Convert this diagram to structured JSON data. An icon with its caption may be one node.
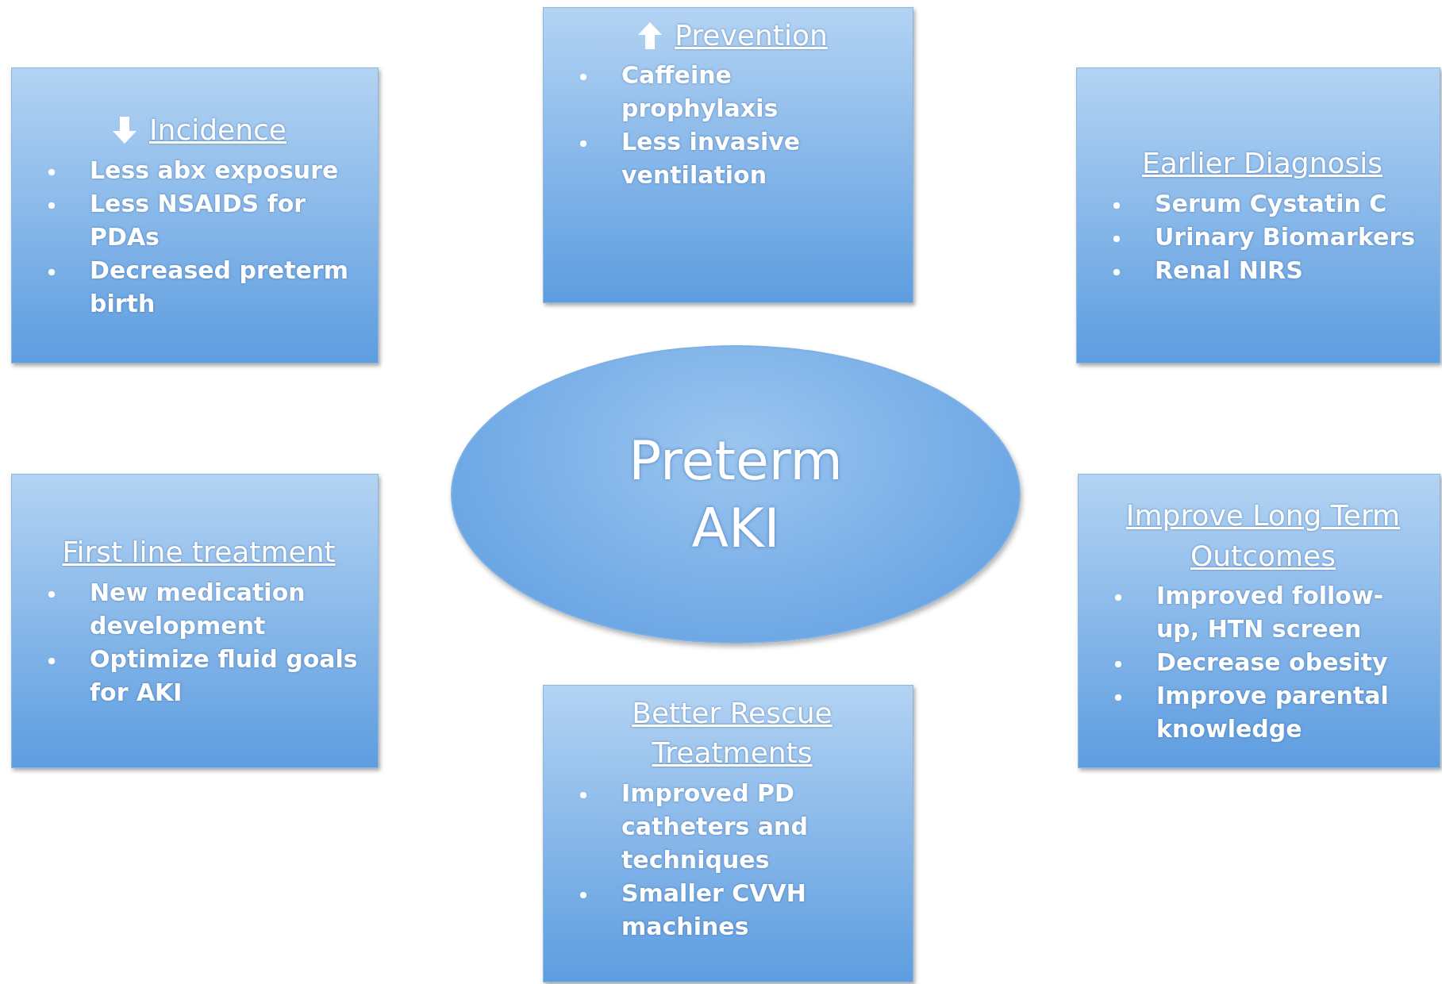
{
  "diagram": {
    "nodes": [
      {
        "text": [
          "Incidence",
          "Less abx exposure",
          "Less NSAIDS for PDAs",
          "Decreased preterm birth"
        ]
      },
      {
        "text": [
          "Prevention",
          "Caffeine prophylaxis",
          "Less invasive ventilation"
        ]
      },
      {
        "text": [
          "Earlier Diagnosis",
          "Serum Cystatin C",
          "Urinary Biomarkers",
          "Renal NIRS"
        ]
      },
      {
        "text": [
          "Preterm AKI"
        ]
      },
      {
        "text": [
          "First line treatment",
          "New medication development",
          "Optimize fluid goals for AKI"
        ]
      },
      {
        "text": [
          "Improve Long Term Outcomes",
          "Improved follow-up, HTN screen",
          "Decrease obesity",
          "Improve parental knowledge"
        ]
      },
      {
        "text": [
          "Better Rescue Treatments",
          "Improved PD catheters and techniques",
          "Smaller CVVH machines"
        ]
      }
    ]
  }
}
